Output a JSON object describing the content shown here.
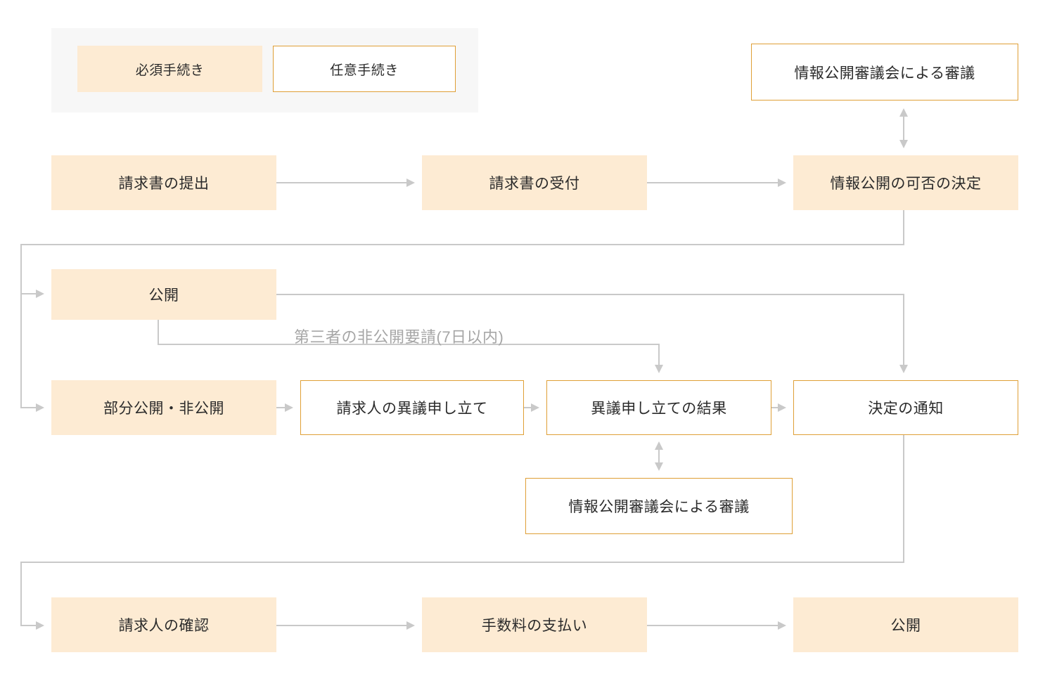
{
  "legend": {
    "required": "必須手続き",
    "optional": "任意手続き"
  },
  "nodes": {
    "council_top": "情報公開審議会による審議",
    "submit": "請求書の提出",
    "receive": "請求書の受付",
    "decision": "情報公開の可否の決定",
    "disclose": "公開",
    "partial": "部分公開・非公開",
    "objection": "請求人の異議申し立て",
    "objection_result": "異議申し立ての結果",
    "notice": "決定の通知",
    "council_bottom": "情報公開審議会による審議",
    "confirm": "請求人の確認",
    "fee": "手数料の支払い",
    "disclose_final": "公開"
  },
  "labels": {
    "third_party": "第三者の非公開要請(7日以内)"
  },
  "colors": {
    "filled_bg": "#fdebd3",
    "outline_orange": "#df9f36",
    "arrow_gray": "#c9c9c9",
    "label_gray": "#a6a6a6",
    "legend_bg": "#f7f7f7",
    "text": "#2b2b2b"
  }
}
